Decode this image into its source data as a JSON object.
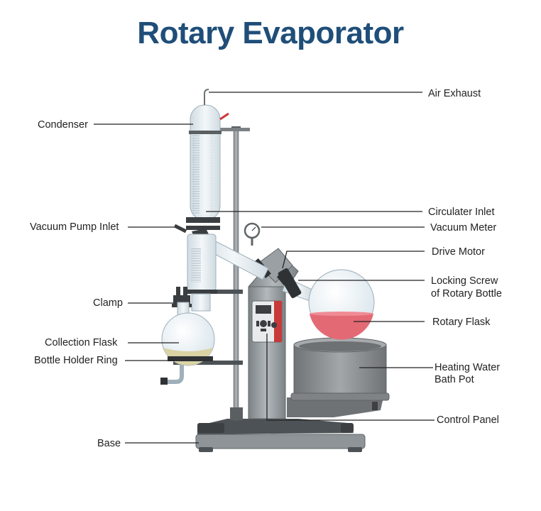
{
  "title": "Rotary Evaporator",
  "colors": {
    "title": "#1f4e79",
    "glass": "#e3ecf1",
    "metal": "#8f9599",
    "dark_metal": "#4d5256",
    "liquid_flask": "#e36a75",
    "liquid_collection": "#d9d3a6",
    "panel_accent": "#c83a3a",
    "bath": "#8a8d90"
  },
  "labels": {
    "air_exhaust": "Air Exhaust",
    "condenser": "Condenser",
    "circulater_inlet": "Circulater Inlet",
    "vacuum_pump_inlet": "Vacuum Pump Inlet",
    "vacuum_meter": "Vacuum Meter",
    "drive_motor": "Drive Motor",
    "locking_screw_1": "Locking Screw",
    "locking_screw_2": "of Rotary Bottle",
    "clamp": "Clamp",
    "rotary_flask": "Rotary Flask",
    "collection_flask": "Collection Flask",
    "bottle_holder_ring": "Bottle Holder Ring",
    "heating_water_1": "Heating Water",
    "heating_water_2": "Bath Pot",
    "control_panel": "Control Panel",
    "base": "Base"
  }
}
